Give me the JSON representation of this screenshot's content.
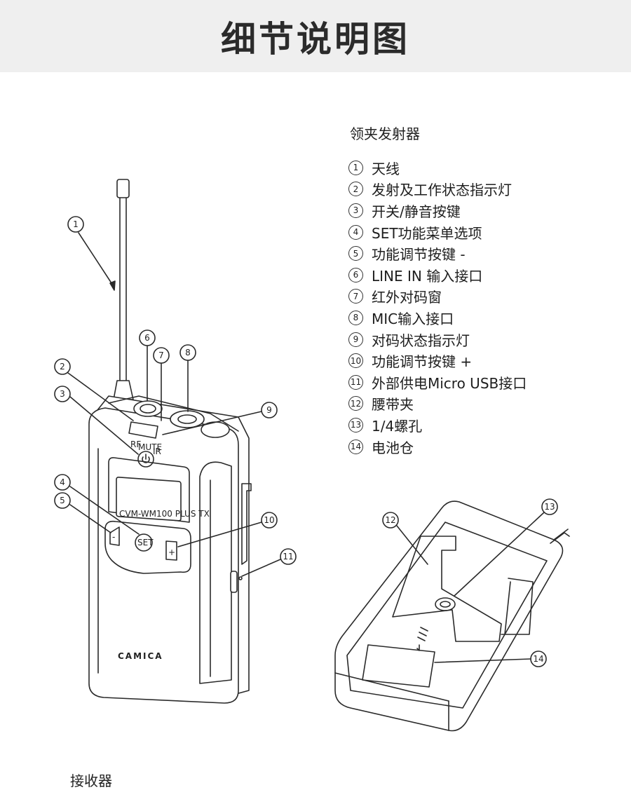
{
  "header": {
    "title": "细节说明图"
  },
  "legend": {
    "title": "领夹发射器",
    "items": [
      {
        "num": "1",
        "label": "天线"
      },
      {
        "num": "2",
        "label": "发射及工作状态指示灯"
      },
      {
        "num": "3",
        "label": "开关/静音按键"
      },
      {
        "num": "4",
        "label": "SET功能菜单选项"
      },
      {
        "num": "5",
        "label": "功能调节按键 -"
      },
      {
        "num": "6",
        "label": "LINE IN 输入接口"
      },
      {
        "num": "7",
        "label": "红外对码窗"
      },
      {
        "num": "8",
        "label": "MIC输入接口"
      },
      {
        "num": "9",
        "label": "对码状态指示灯"
      },
      {
        "num": "10",
        "label": "功能调节按键 +"
      },
      {
        "num": "11",
        "label": "外部供电Micro USB接口"
      },
      {
        "num": "12",
        "label": "腰带夹"
      },
      {
        "num": "13",
        "label": "1/4螺孔"
      },
      {
        "num": "14",
        "label": "电池仓"
      }
    ]
  },
  "device": {
    "brand": "CAMICA",
    "model": "CVM-WM100 PLUS TX",
    "rf_label": "RF",
    "mute_label": "MUTE",
    "ir_label": "IR",
    "set_label": "SET",
    "minus_label": "-",
    "plus_label": "+"
  },
  "footer": {
    "partial_text": "接收器"
  }
}
